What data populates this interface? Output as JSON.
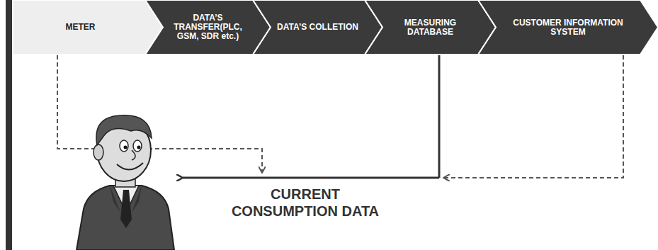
{
  "diagram": {
    "nodes": [
      {
        "text": [
          "METER"
        ]
      },
      {
        "text": [
          "DATA’S TRANSFER(PLC, GSM, SDR etc.)"
        ]
      },
      {
        "text": [
          "DATA’S COLLETION"
        ]
      },
      {
        "text": [
          "MEASURING DATABASE"
        ]
      },
      {
        "text": [
          "CUSTOMER INFORMATION SYSTEM"
        ]
      }
    ],
    "labels": [
      "CURRENT CONSUMPTION DATA"
    ]
  }
}
